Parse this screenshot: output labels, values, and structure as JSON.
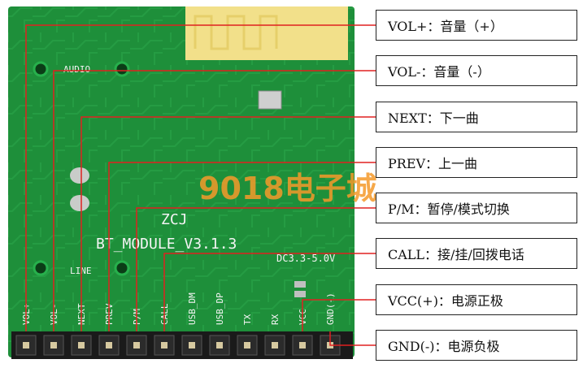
{
  "board": {
    "title_line1": "ZCJ",
    "title_line2": "BT_MODULE_V3.1.3",
    "voltage": "DC3.3-5.0V",
    "audio_label": "AUDIO",
    "line_label": "LINE",
    "watermark": "9018电子城",
    "pins": [
      "VOL+",
      "VOL-",
      "NEXT",
      "PREV",
      "P/M",
      "CALL",
      "USB_DM",
      "USB_DP",
      "TX",
      "RX",
      "VCC",
      "GND(-)"
    ]
  },
  "callouts": [
    {
      "text": "VOL+：音量（+）"
    },
    {
      "text": "VOL-：音量（-）"
    },
    {
      "text": "NEXT：下一曲"
    },
    {
      "text": "PREV：上一曲"
    },
    {
      "text": "P/M：暂停/模式切换"
    },
    {
      "text": "CALL：接/挂/回拨电话"
    },
    {
      "text": "VCC(+)：电源正极"
    },
    {
      "text": "GND(-)：电源负极"
    }
  ],
  "colors": {
    "pcb": "#1e8f3a",
    "pcb_dark": "#14702c",
    "antenna": "#f2e08a",
    "callout_line": "#e02020",
    "watermark": "#f59a2a"
  }
}
